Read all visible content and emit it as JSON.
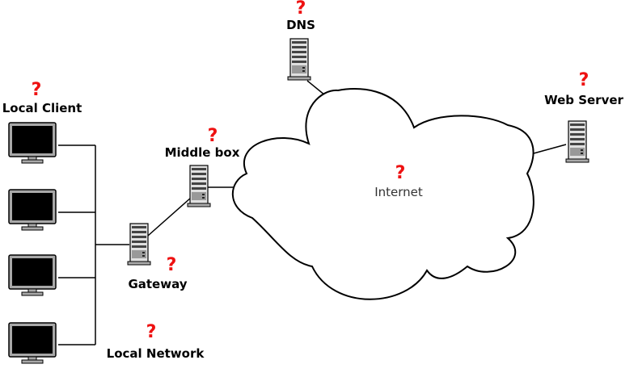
{
  "labels": {
    "local_client": "Local Client",
    "middle_box": "Middle box",
    "dns": "DNS",
    "web_server": "Web Server",
    "gateway": "Gateway",
    "local_network": "Local Network",
    "internet": "Internet"
  },
  "question_mark": "?",
  "colors": {
    "question": "#ee1111",
    "monitor_frame": "#a8a8a8",
    "screen": "#000000",
    "server_body": "#999999",
    "line": "#000000"
  },
  "icons": {
    "client": "monitor-icon",
    "server": "server-tower-icon",
    "cloud": "cloud-icon"
  }
}
